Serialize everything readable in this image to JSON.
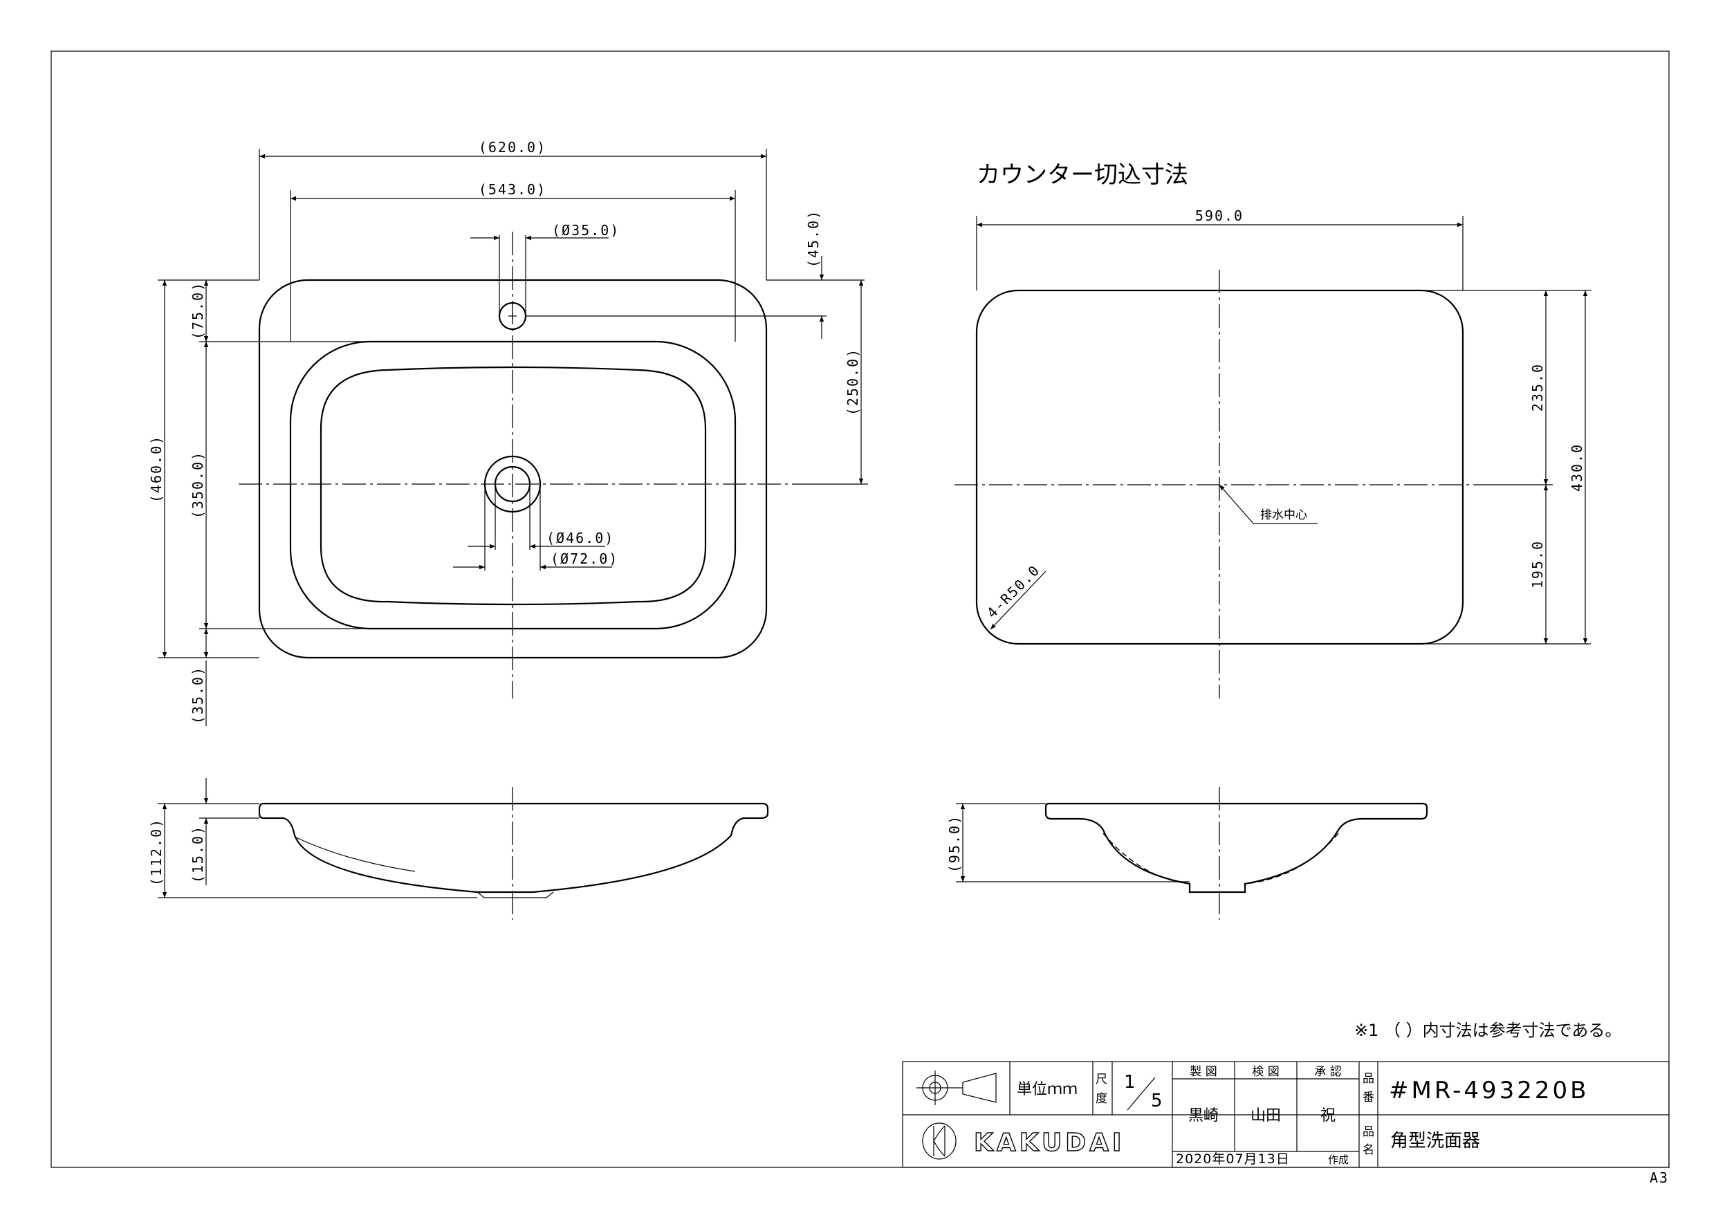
{
  "plan_view": {
    "dims": {
      "overall_width": "(620.0)",
      "bowl_width": "(543.0)",
      "faucet_hole": "(Ø35.0)",
      "faucet_offset": "(45.0)",
      "faucet_to_drain": "(250.0)",
      "overall_depth": "(460.0)",
      "back_rim": "(75.0)",
      "bowl_depth": "(350.0)",
      "front_rim": "(35.0)",
      "drain_inner": "(Ø46.0)",
      "drain_outer": "(Ø72.0)"
    }
  },
  "side_view": {
    "dims": {
      "total_height": "(112.0)",
      "rim_height": "(15.0)"
    }
  },
  "cutout_view": {
    "title": "カウンター切込寸法",
    "dims": {
      "width": "590.0",
      "rear": "235.0",
      "front": "195.0",
      "depth": "430.0",
      "corner_radius": "4-R50.0"
    },
    "drain_center_label": "排水中心"
  },
  "cutout_side_view": {
    "dims": {
      "height": "(95.0)"
    }
  },
  "note": "※1 （ ）内寸法は参考寸法である。",
  "title_block": {
    "unit_label": "単位ｍｍ",
    "scale_label": "尺度",
    "scale_num": "1",
    "scale_den": "5",
    "drawn_label": "製 図",
    "checked_label": "検 図",
    "approved_label": "承 認",
    "drawn_by": "黒崎",
    "checked_by": "山田",
    "approved_by": "祝",
    "part_no_label": "品番",
    "part_no": "#MR-493220B",
    "part_name_label": "品名",
    "part_name": "角型洗面器",
    "brand": "KAKUDAI",
    "date": "2020年07月13日",
    "created_label": "作成"
  },
  "sheet_size": "A3",
  "icons": [
    "third-angle-projection-icon",
    "kakudai-logo-icon"
  ]
}
